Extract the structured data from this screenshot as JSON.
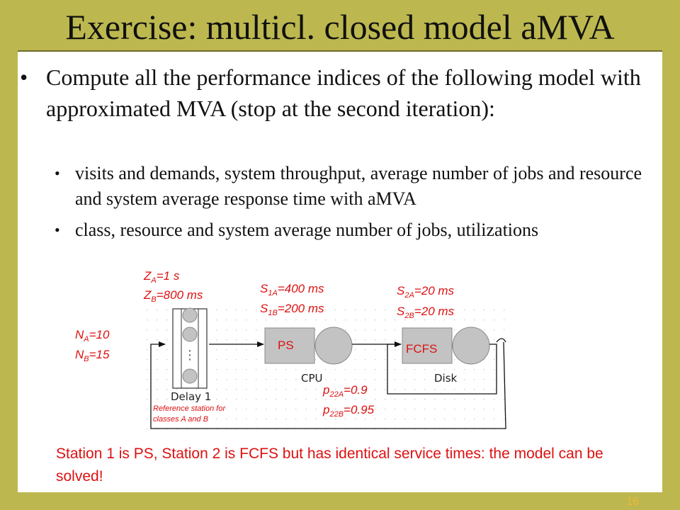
{
  "slide": {
    "title": "Exercise: multicl. closed model aMVA",
    "page_number": "16"
  },
  "bullets": {
    "main": "Compute all the performance indices of the following model with approximated MVA (stop at the second iteration):",
    "sub": [
      "visits and demands, system throughput, average number of jobs and resource and system average response time with aMVA",
      "class, resource and system average number of jobs, utilizations"
    ]
  },
  "diagram": {
    "think_times": {
      "za_sym": "Z",
      "za_sub": "A",
      "za_val": "=1 s",
      "zb_sym": "Z",
      "zb_sub": "B",
      "zb_val": "=800 ms"
    },
    "populations": {
      "na_sym": "N",
      "na_sub": "A",
      "na_val": "=10",
      "nb_sym": "N",
      "nb_sub": "B",
      "nb_val": "=15"
    },
    "cpu_service": {
      "s1a_sym": "S",
      "s1a_sub": "1A",
      "s1a_val": "=400 ms",
      "s1b_sym": "S",
      "s1b_sub": "1B",
      "s1b_val": "=200 ms"
    },
    "disk_service": {
      "s2a_sym": "S",
      "s2a_sub": "2A",
      "s2a_val": "=20 ms",
      "s2b_sym": "S",
      "s2b_sub": "2B",
      "s2b_val": "=20 ms"
    },
    "routing": {
      "p22a_sym": "p",
      "p22a_sub": "22A",
      "p22a_val": "=0.9",
      "p22b_sym": "p",
      "p22b_sub": "22B",
      "p22b_val": "=0.95"
    },
    "delay_label": "Delay 1",
    "reference_note_line1": "Reference station for",
    "reference_note_line2": "classes A and B",
    "cpu_label": "CPU",
    "cpu_queue_tag": "PS",
    "disk_label": "Disk",
    "disk_queue_tag": "FCFS",
    "delay_dots": "⋮"
  },
  "note": "Station 1 is PS, Station 2 is FCFS but has identical service times: the model can be solved!",
  "colors": {
    "background": "#bcb84f",
    "accent_red": "#dd1111",
    "page_number": "#f2b632"
  }
}
